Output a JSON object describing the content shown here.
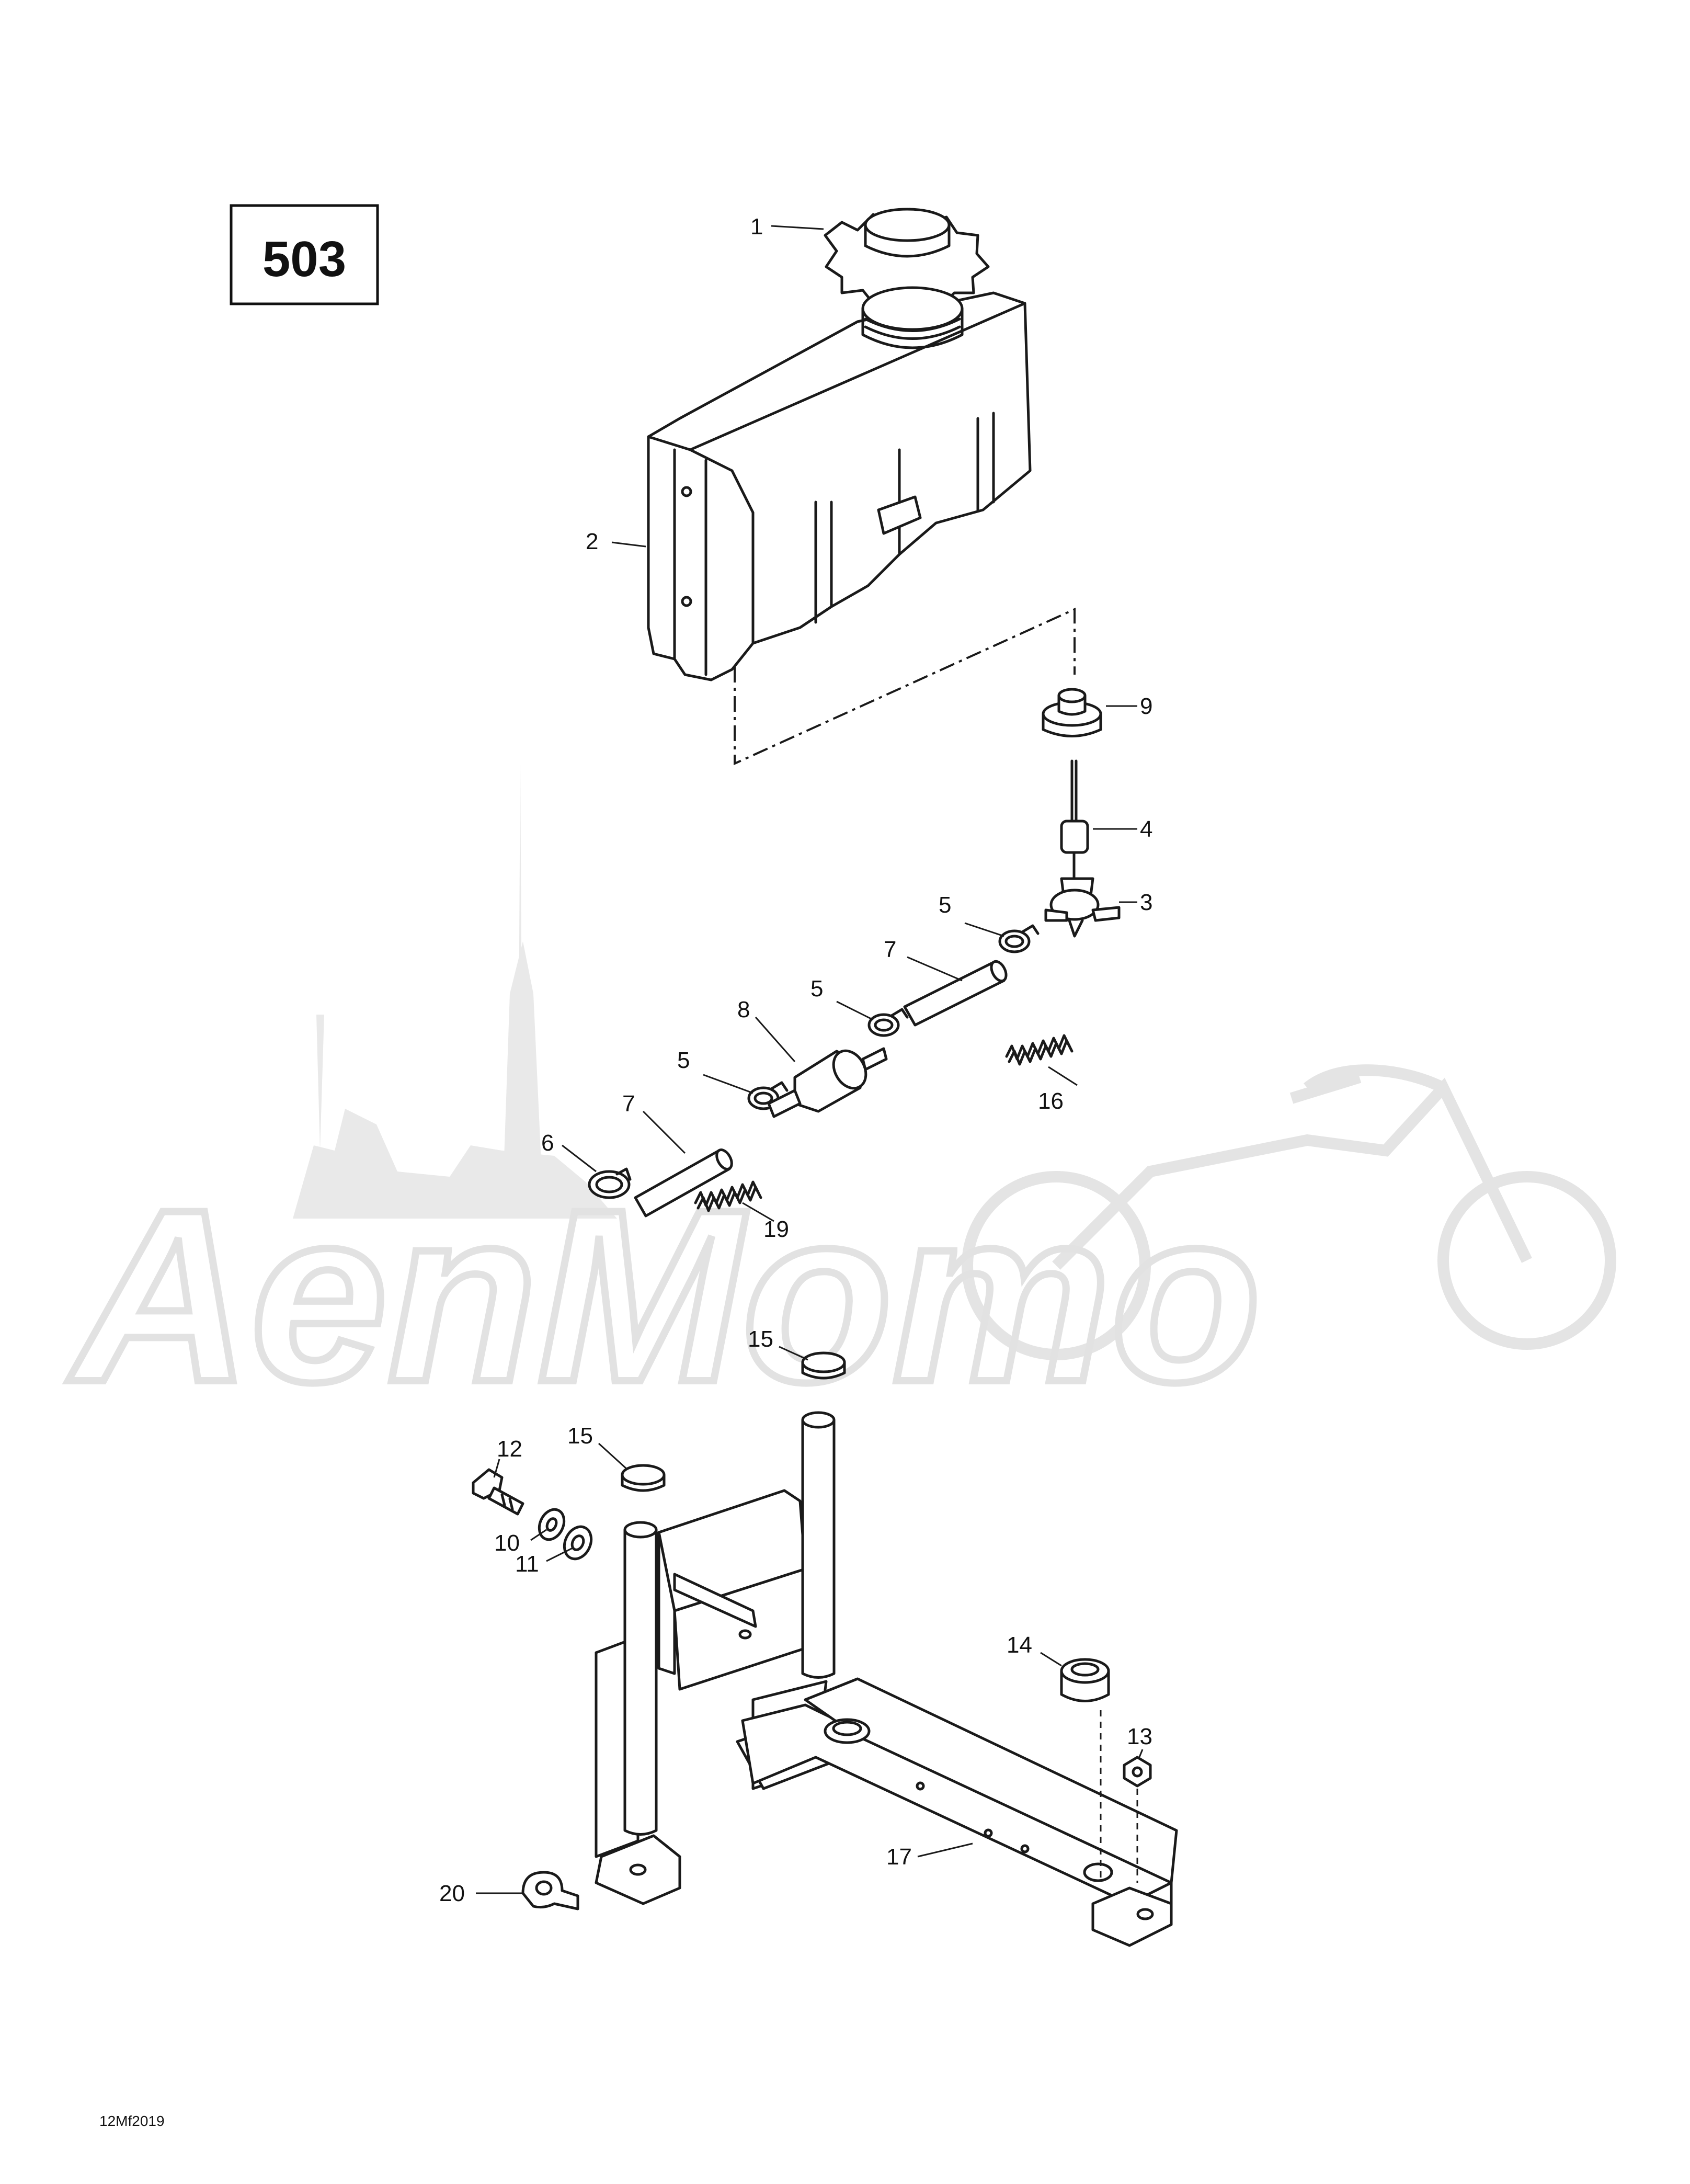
{
  "reference": "503",
  "drawing_code": "12Mf2019",
  "watermark_text": "AenMomo",
  "callouts": {
    "c1": "1",
    "c2": "2",
    "c3": "3",
    "c4": "4",
    "c5a": "5",
    "c5b": "5",
    "c5c": "5",
    "c6": "6",
    "c7a": "7",
    "c7b": "7",
    "c8": "8",
    "c9": "9",
    "c10": "10",
    "c11": "11",
    "c12": "12",
    "c13": "13",
    "c14": "14",
    "c15a": "15",
    "c15b": "15",
    "c16": "16",
    "c17": "17",
    "c19": "19",
    "c20": "20"
  }
}
